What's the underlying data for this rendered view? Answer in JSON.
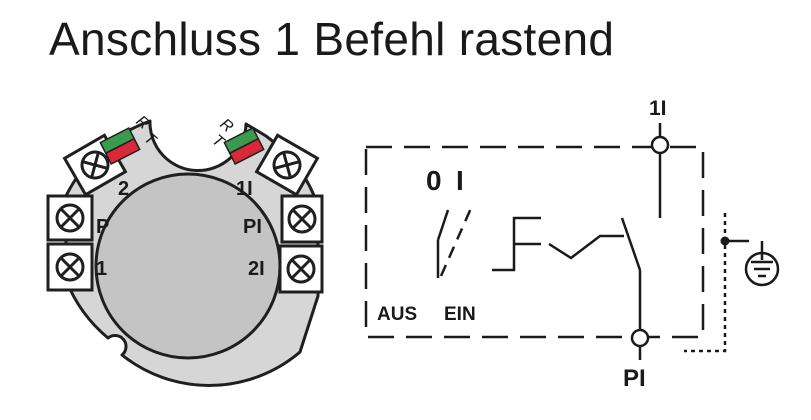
{
  "title": "Anschluss 1 Befehl rastend",
  "connector": {
    "color_marks": [
      {
        "r_label": "R",
        "t_label": "T",
        "top_color": "#3a9a4e",
        "bottom_color": "#d8283a"
      },
      {
        "r_label": "R",
        "t_label": "T",
        "top_color": "#3a9a4e",
        "bottom_color": "#d8283a"
      }
    ],
    "left_terminals": [
      "2",
      "P",
      "1"
    ],
    "right_terminals": [
      "1I",
      "PI",
      "2I"
    ]
  },
  "schematic": {
    "positions": {
      "off": "0",
      "on": "I"
    },
    "modes": {
      "off": "AUS",
      "on": "EIN"
    },
    "top_terminal": "1I",
    "bottom_terminal": "PI",
    "ground_icon": "ground-icon"
  }
}
